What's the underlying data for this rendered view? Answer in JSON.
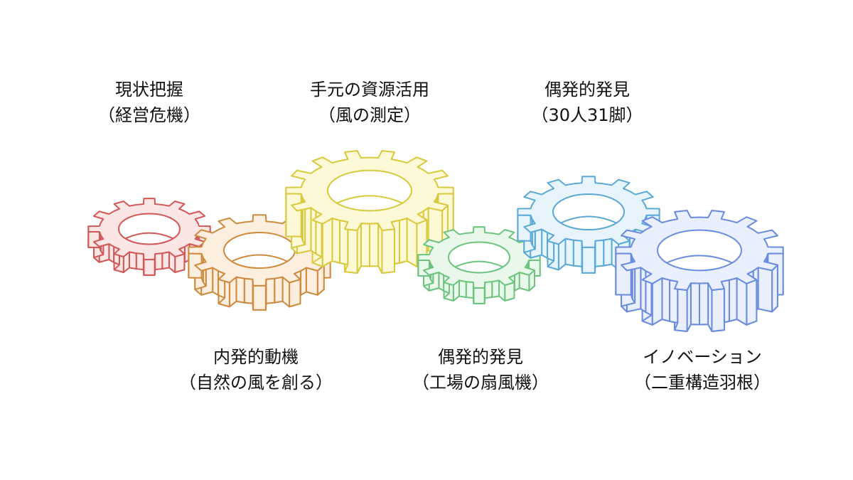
{
  "gears": [
    {
      "id": "current-state",
      "title": "現状把握",
      "subtitle": "（経営危機）",
      "stroke": "#d45757",
      "fill": "#fbe6e6"
    },
    {
      "id": "intrinsic-motivation",
      "title": "内発的動機",
      "subtitle": "（自然の風を創る）",
      "stroke": "#cf8a3e",
      "fill": "#fcefdf"
    },
    {
      "id": "resource-use",
      "title": "手元の資源活用",
      "subtitle": "（風の測定）",
      "stroke": "#d9c93c",
      "fill": "#fdf9d6"
    },
    {
      "id": "serendipity-factory",
      "title": "偶発的発見",
      "subtitle": "（工場の扇風機）",
      "stroke": "#6cc47e",
      "fill": "#eaf8ec"
    },
    {
      "id": "serendipity-race",
      "title": "偶発的発見",
      "subtitle": "（30人31脚）",
      "stroke": "#5aa9d8",
      "fill": "#e7f4fc"
    },
    {
      "id": "innovation",
      "title": "イノベーション",
      "subtitle": "（二重構造羽根）",
      "stroke": "#6a8be0",
      "fill": "#e9effc"
    }
  ]
}
